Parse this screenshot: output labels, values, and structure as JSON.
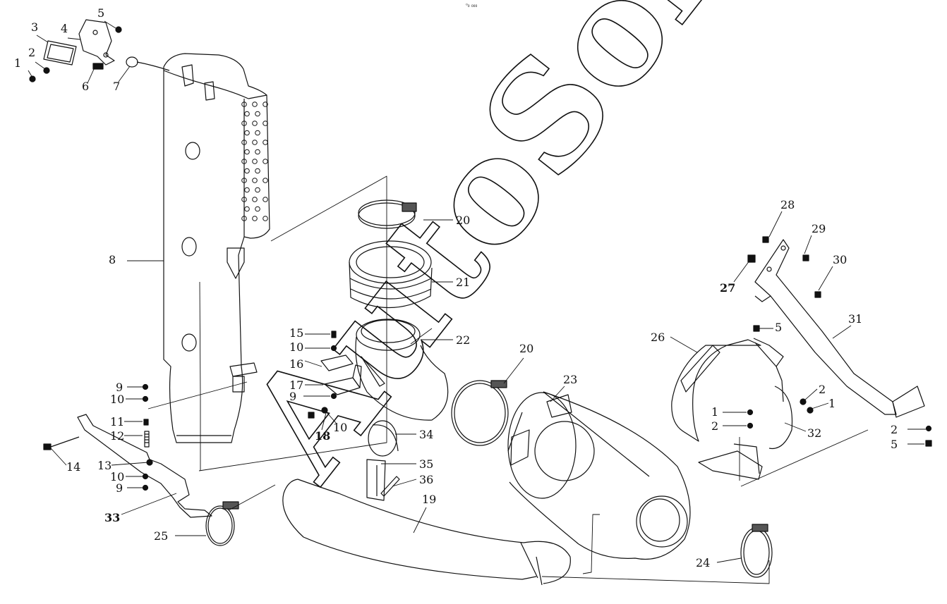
{
  "header": {
    "mark": "⁰₀ ₀₀₀"
  },
  "watermark": {
    "text": "AutoSoft"
  },
  "callouts": [
    {
      "id": "c1",
      "label": "1"
    },
    {
      "id": "c2",
      "label": "2"
    },
    {
      "id": "c3",
      "label": "3"
    },
    {
      "id": "c4",
      "label": "4"
    },
    {
      "id": "c5",
      "label": "5"
    },
    {
      "id": "c6",
      "label": "6"
    },
    {
      "id": "c7",
      "label": "7"
    },
    {
      "id": "c8",
      "label": "8"
    },
    {
      "id": "c9a",
      "label": "9"
    },
    {
      "id": "c10a",
      "label": "10"
    },
    {
      "id": "c11",
      "label": "11"
    },
    {
      "id": "c12",
      "label": "12"
    },
    {
      "id": "c13",
      "label": "13"
    },
    {
      "id": "c10b",
      "label": "10"
    },
    {
      "id": "c9b",
      "label": "9"
    },
    {
      "id": "c14",
      "label": "14"
    },
    {
      "id": "c33",
      "label": "33"
    },
    {
      "id": "c25",
      "label": "25"
    },
    {
      "id": "c15",
      "label": "15"
    },
    {
      "id": "c10c",
      "label": "10"
    },
    {
      "id": "c16",
      "label": "16"
    },
    {
      "id": "c17",
      "label": "17"
    },
    {
      "id": "c9c",
      "label": "9"
    },
    {
      "id": "c18",
      "label": "18"
    },
    {
      "id": "c10d",
      "label": "10"
    },
    {
      "id": "c20a",
      "label": "20"
    },
    {
      "id": "c21",
      "label": "21"
    },
    {
      "id": "c22",
      "label": "22"
    },
    {
      "id": "c20b",
      "label": "20"
    },
    {
      "id": "c23",
      "label": "23"
    },
    {
      "id": "c34",
      "label": "34"
    },
    {
      "id": "c35",
      "label": "35"
    },
    {
      "id": "c36",
      "label": "36"
    },
    {
      "id": "c19",
      "label": "19"
    },
    {
      "id": "c24",
      "label": "24"
    },
    {
      "id": "c26",
      "label": "26"
    },
    {
      "id": "c5b",
      "label": "5"
    },
    {
      "id": "c28",
      "label": "28"
    },
    {
      "id": "c29",
      "label": "29"
    },
    {
      "id": "c30",
      "label": "30"
    },
    {
      "id": "c27",
      "label": "27"
    },
    {
      "id": "c31",
      "label": "31"
    },
    {
      "id": "c2b",
      "label": "2"
    },
    {
      "id": "c1b",
      "label": "1"
    },
    {
      "id": "c1c",
      "label": "1"
    },
    {
      "id": "c2c",
      "label": "2"
    },
    {
      "id": "c32",
      "label": "32"
    },
    {
      "id": "c2d",
      "label": "2"
    },
    {
      "id": "c5c",
      "label": "5"
    }
  ]
}
